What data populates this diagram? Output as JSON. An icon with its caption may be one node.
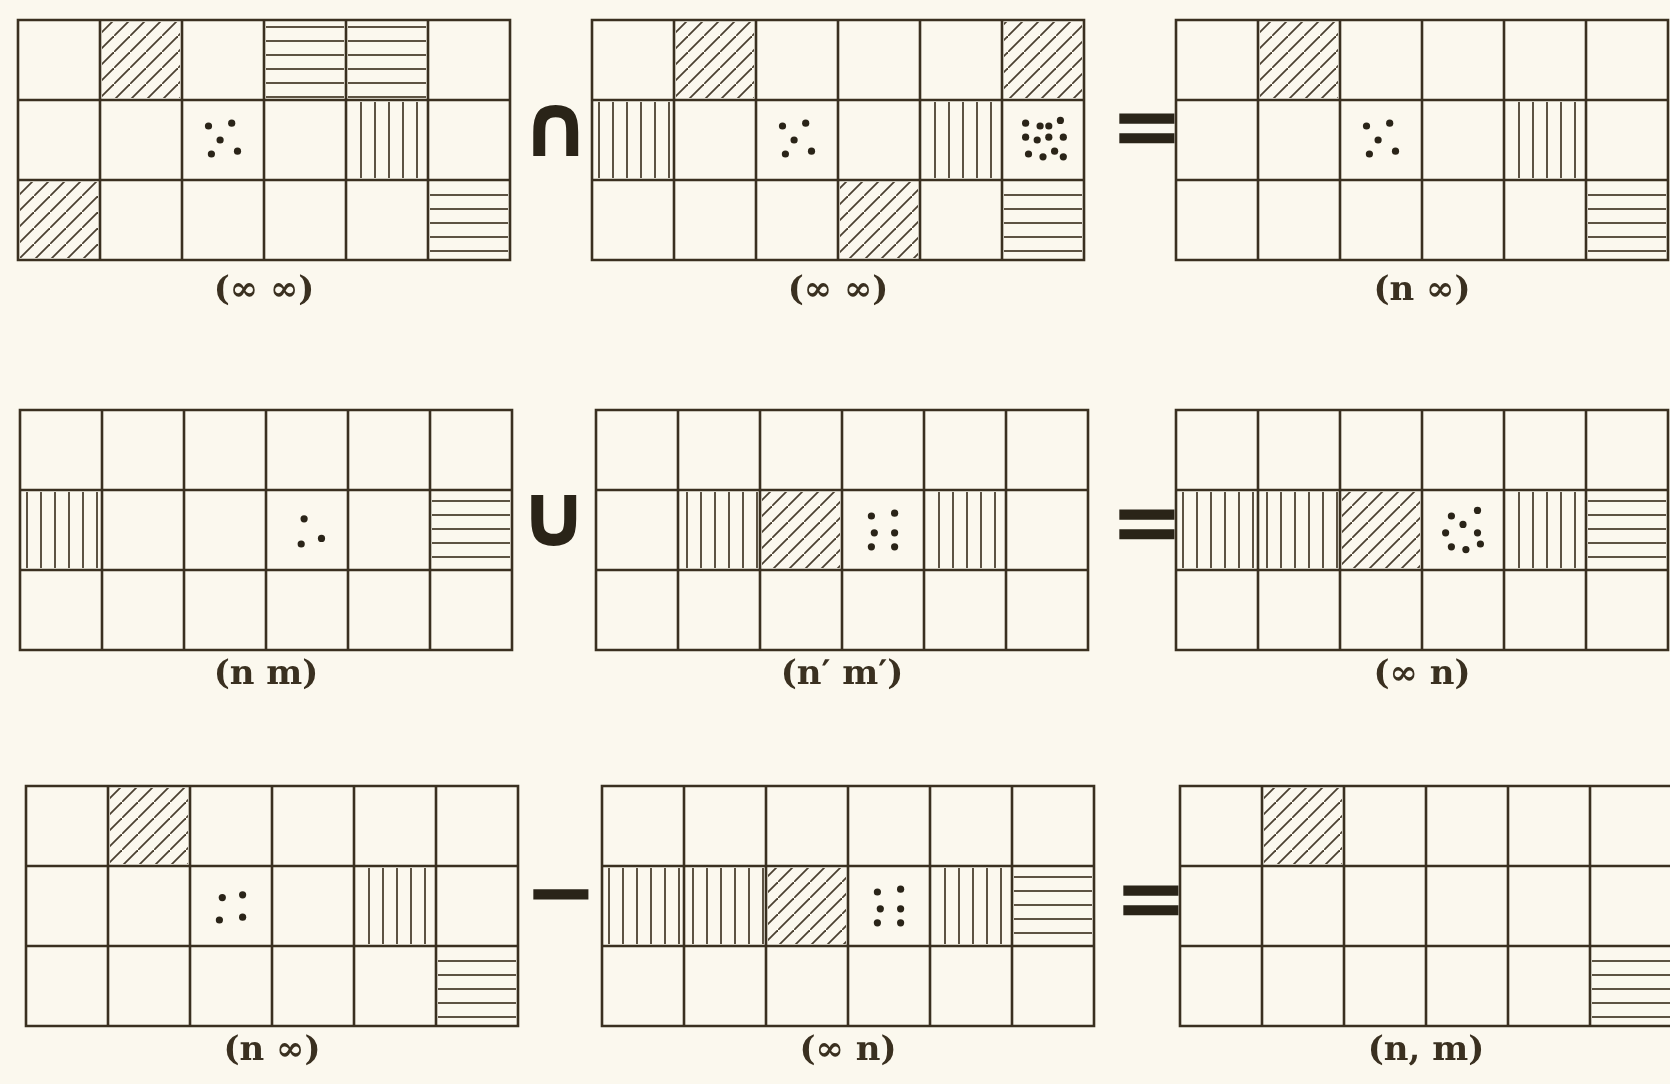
{
  "diagram": {
    "nodes": [
      {
        "text": [
          "(∞ ∞)"
        ]
      },
      {
        "text": [
          "(∞ ∞)"
        ]
      },
      {
        "text": [
          "(n ∞)"
        ]
      },
      {
        "text": [
          "(n m)"
        ]
      },
      {
        "text": [
          "(n′ m′)"
        ]
      },
      {
        "text": [
          "(∞ n)"
        ]
      },
      {
        "text": [
          "(n ∞)"
        ]
      },
      {
        "text": [
          "(∞ n)"
        ]
      },
      {
        "text": [
          "(n, m)"
        ]
      }
    ],
    "labels": [
      "∩",
      "=",
      "∪",
      "=",
      "−",
      "="
    ]
  }
}
